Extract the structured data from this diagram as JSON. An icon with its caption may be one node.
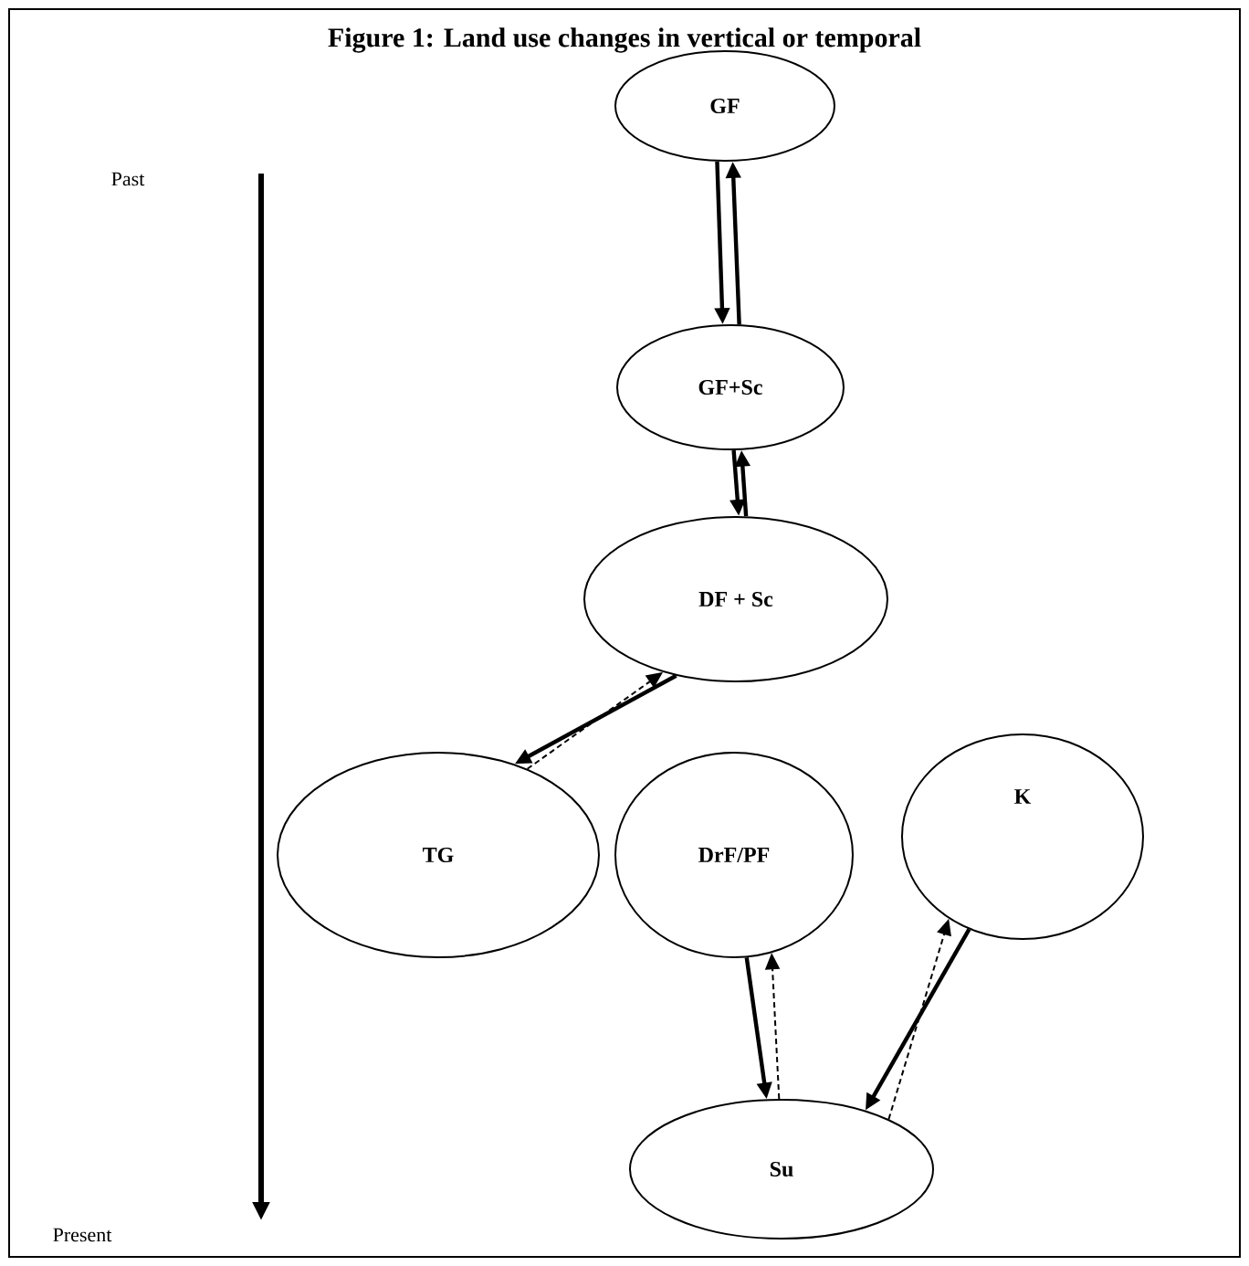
{
  "diagram": {
    "title": "Figure 1: Land use changes in vertical or temporal",
    "nodes": [
      {
        "text": [
          "GF"
        ]
      },
      {
        "text": [
          "GF+Sc"
        ]
      },
      {
        "text": [
          "DF + Sc"
        ]
      },
      {
        "text": [
          "TG"
        ]
      },
      {
        "text": [
          "DrF/PF"
        ]
      },
      {
        "text": [
          "K"
        ]
      },
      {
        "text": [
          "Su"
        ]
      }
    ],
    "edges": [
      {
        "from": 0,
        "to": 1,
        "arrow": "to"
      },
      {
        "from": 1,
        "to": 0,
        "arrow": "to"
      },
      {
        "from": 1,
        "to": 2,
        "arrow": "to"
      },
      {
        "from": 2,
        "to": 1,
        "arrow": "to"
      },
      {
        "from": 2,
        "to": 3,
        "arrow": "to"
      },
      {
        "from": 3,
        "to": 2,
        "arrow": "to",
        "style": "dashed"
      },
      {
        "from": 4,
        "to": 6,
        "arrow": "to"
      },
      {
        "from": 6,
        "to": 4,
        "arrow": "to",
        "style": "dashed"
      },
      {
        "from": 5,
        "to": 6,
        "arrow": "to"
      },
      {
        "from": 6,
        "to": 5,
        "arrow": "to",
        "style": "dashed"
      }
    ],
    "labels": [
      "Past",
      "Present"
    ]
  }
}
